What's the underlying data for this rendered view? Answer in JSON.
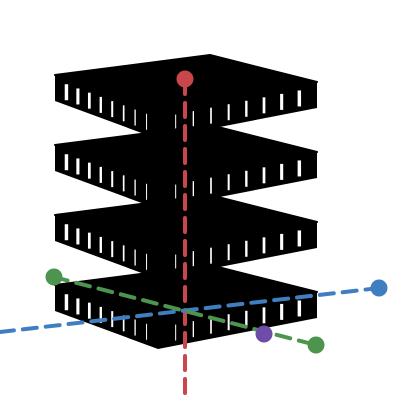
{
  "scene": {
    "colors": {
      "background": "#ffffff",
      "layer_fill": "#000000",
      "layer_grid": "#ffffff",
      "vertical_axis": "#c9464a",
      "horizontal_axis_blue": "#3f7fc1",
      "horizontal_axis_green": "#4d944f",
      "marker_red": "#c9464a",
      "marker_blue": "#3f7fc1",
      "marker_green": "#4d944f",
      "marker_purple": "#6e4da8"
    },
    "layers_count": 4,
    "axes": [
      {
        "name": "vertical-axis",
        "color_key": "vertical_axis",
        "style": "dashed"
      },
      {
        "name": "blue-axis",
        "color_key": "horizontal_axis_blue",
        "style": "dashed"
      },
      {
        "name": "green-axis",
        "color_key": "horizontal_axis_green",
        "style": "dashed"
      }
    ],
    "markers": [
      {
        "name": "red-marker",
        "color_key": "marker_red"
      },
      {
        "name": "blue-marker",
        "color_key": "marker_blue"
      },
      {
        "name": "green-marker-left",
        "color_key": "marker_green"
      },
      {
        "name": "green-marker-right",
        "color_key": "marker_green"
      },
      {
        "name": "purple-marker",
        "color_key": "marker_purple"
      }
    ]
  }
}
